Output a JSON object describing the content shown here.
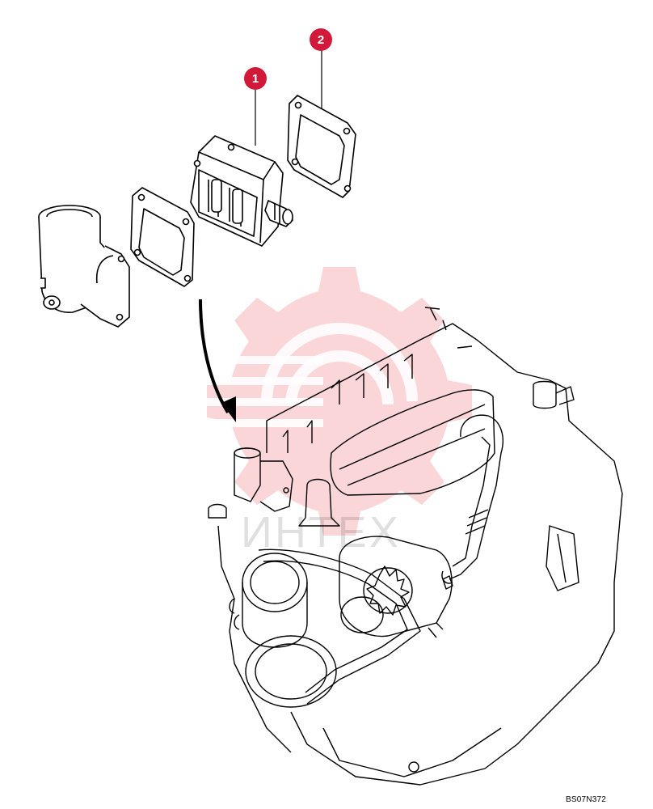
{
  "callouts": [
    {
      "label": "1"
    },
    {
      "label": "2"
    }
  ],
  "drawing_code": "BS07N372",
  "watermark": {
    "text": "ИНТЕХ"
  },
  "colors": {
    "callout": "#d11a3a",
    "watermark": "#f06a74",
    "line": "#000000"
  }
}
